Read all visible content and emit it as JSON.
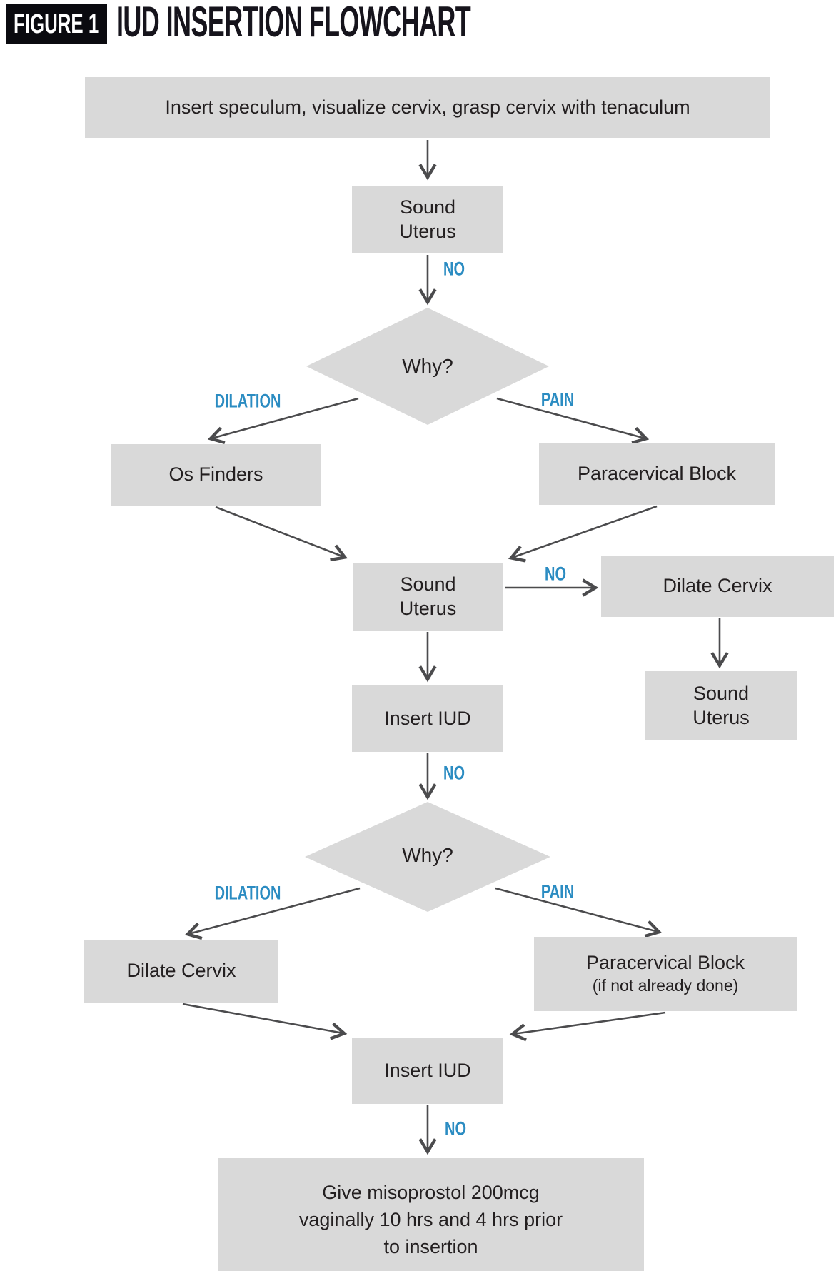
{
  "figure": {
    "tag": "FIGURE 1",
    "title": "IUD INSERTION FLOWCHART"
  },
  "colors": {
    "box_fill": "#d9d9d9",
    "accent_blue": "#2b8cc2",
    "arrow": "#4b4b4d",
    "text": "#231f20",
    "tag_bg": "#0a0a0f",
    "tag_text": "#ffffff"
  },
  "nodes": {
    "insert_speculum": {
      "label": "Insert speculum, visualize cervix, grasp cervix with tenaculum"
    },
    "sound_uterus_1": {
      "line1": "Sound",
      "line2": "Uterus"
    },
    "why_1": {
      "label": "Why?"
    },
    "os_finders": {
      "label": "Os Finders"
    },
    "paracervical_block_1": {
      "label": "Paracervical Block"
    },
    "sound_uterus_2": {
      "line1": "Sound",
      "line2": "Uterus"
    },
    "dilate_cervix_1": {
      "label": "Dilate Cervix"
    },
    "sound_uterus_3": {
      "line1": "Sound",
      "line2": "Uterus"
    },
    "insert_iud_1": {
      "label": "Insert IUD"
    },
    "why_2": {
      "label": "Why?"
    },
    "dilate_cervix_2": {
      "label": "Dilate Cervix"
    },
    "paracervical_block_2": {
      "line1": "Paracervical Block",
      "line2": "(if not already done)"
    },
    "insert_iud_2": {
      "label": "Insert IUD"
    },
    "misoprostol": {
      "line1": "Give misoprostol 200mcg",
      "line2": "vaginally 10 hrs and 4 hrs prior",
      "line3": "to insertion"
    }
  },
  "edge_labels": {
    "no_1": "NO",
    "dilation_1": "DILATION",
    "pain_1": "PAIN",
    "no_2": "NO",
    "no_3": "NO",
    "dilation_2": "DILATION",
    "pain_2": "PAIN",
    "no_4": "NO"
  }
}
